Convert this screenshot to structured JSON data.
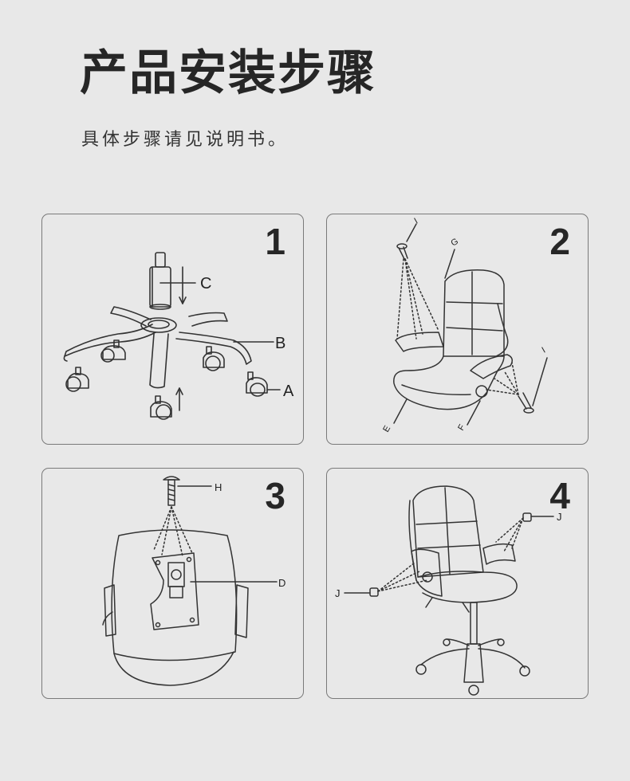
{
  "page": {
    "title": "产品安装步骤",
    "subtitle": "具体步骤请见说明书。"
  },
  "steps": [
    {
      "number": "1",
      "labels": {
        "c": "C",
        "b": "B",
        "a": "A"
      }
    },
    {
      "number": "2",
      "labels": {
        "i_top": "I",
        "g": "G",
        "i_right": "I",
        "e": "E",
        "f": "F"
      }
    },
    {
      "number": "3",
      "labels": {
        "h": "H",
        "d": "D"
      }
    },
    {
      "number": "4",
      "labels": {
        "j_right": "J",
        "j_left": "J"
      }
    }
  ],
  "colors": {
    "background": "#e8e8e8",
    "line": "#333333",
    "border": "#7a7a7a"
  }
}
